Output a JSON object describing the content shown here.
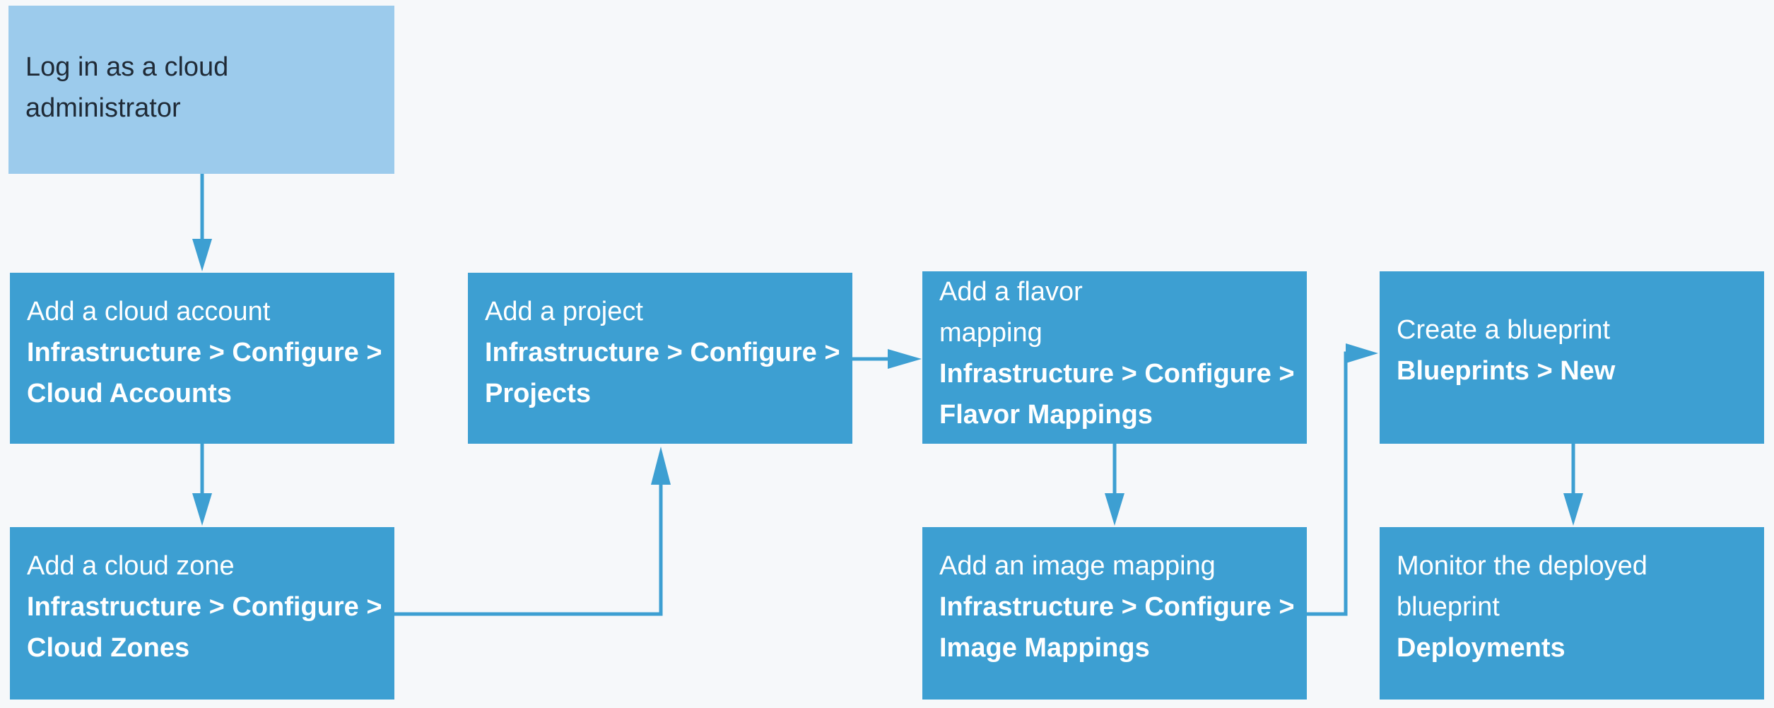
{
  "colors": {
    "background": "#f6f8fa",
    "start_box": "#9ccbec",
    "step_box": "#3d9fd2",
    "connector": "#3d9fd2",
    "start_text": "#1f2a36",
    "step_text": "#ffffff"
  },
  "boxes": {
    "login": {
      "lines": [
        "Log in as a cloud",
        "administrator"
      ]
    },
    "cloud_account": {
      "title": "Add a cloud account",
      "path_1": "Infrastructure > Configure >",
      "path_2": "Cloud Accounts"
    },
    "cloud_zone": {
      "title": "Add a cloud zone",
      "path_1": "Infrastructure > Configure >",
      "path_2": "Cloud Zones"
    },
    "project": {
      "title": "Add a project",
      "path_1": "Infrastructure > Configure >",
      "path_2": "Projects"
    },
    "flavor_mapping": {
      "title_1": "Add a flavor",
      "title_2": "mapping",
      "path_1": "Infrastructure > Configure >",
      "path_2": "Flavor Mappings"
    },
    "image_mapping": {
      "title": "Add an image mapping",
      "path_1": "Infrastructure > Configure >",
      "path_2": "Image Mappings"
    },
    "blueprint": {
      "title": "Create a blueprint",
      "path": "Blueprints > New"
    },
    "monitor": {
      "title_1": "Monitor the deployed",
      "title_2": "blueprint",
      "path": "Deployments"
    }
  }
}
